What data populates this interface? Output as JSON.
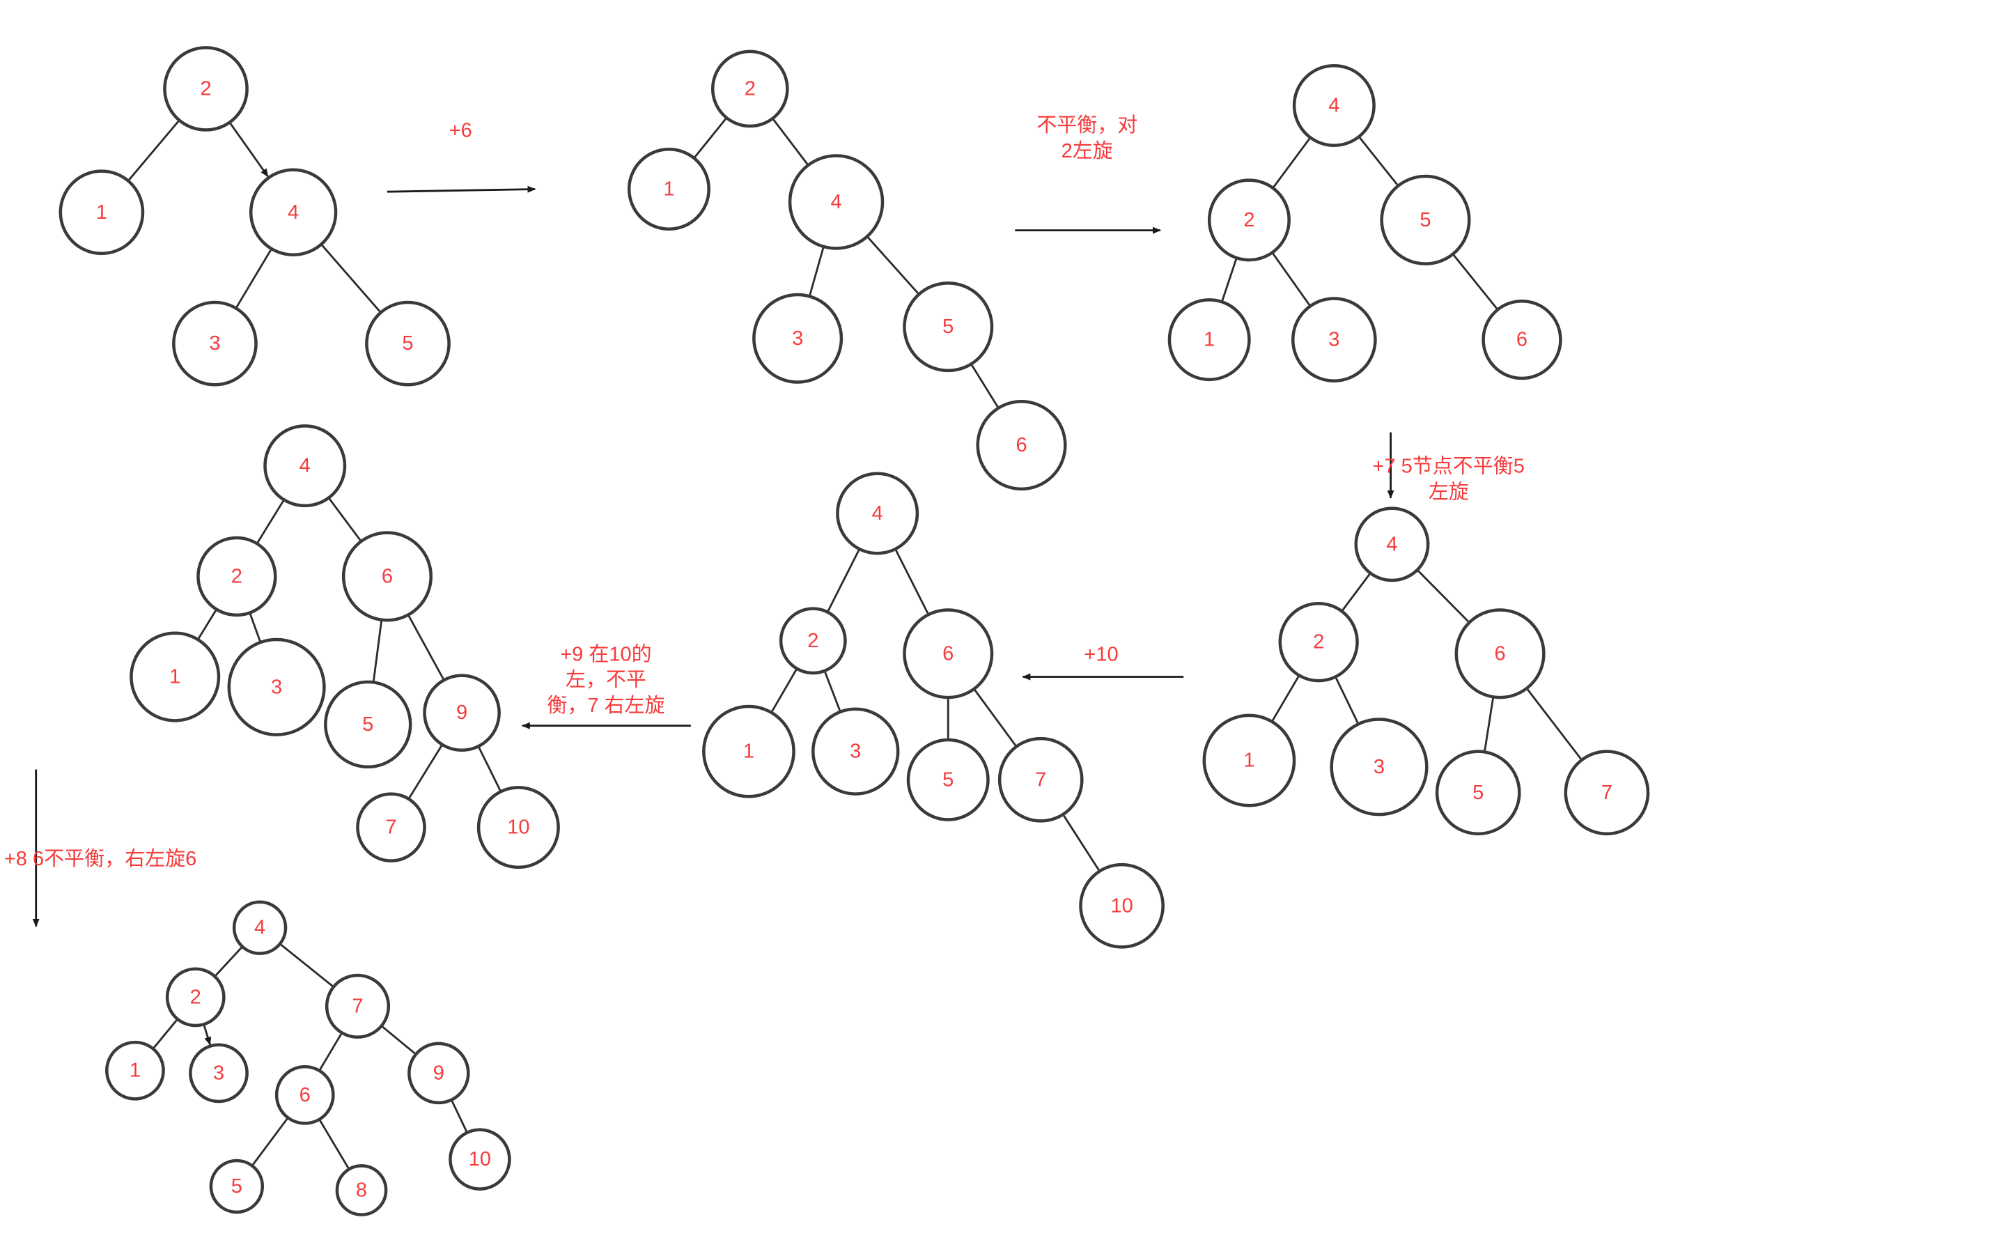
{
  "colors": {
    "label": "#f53b3b",
    "stroke": "#3a3a3a",
    "edge": "#2b2b2b",
    "background": "#ffffff"
  },
  "steps": [
    {
      "id": "tree-1",
      "nodes": [
        {
          "id": "t1-n2",
          "label": "2"
        },
        {
          "id": "t1-n1",
          "label": "1"
        },
        {
          "id": "t1-n4",
          "label": "4"
        },
        {
          "id": "t1-n3",
          "label": "3"
        },
        {
          "id": "t1-n5",
          "label": "5"
        }
      ],
      "edges": [
        [
          "t1-n2",
          "t1-n1"
        ],
        [
          "t1-n2",
          "t1-n4"
        ],
        [
          "t1-n4",
          "t1-n3"
        ],
        [
          "t1-n4",
          "t1-n5"
        ]
      ]
    },
    {
      "id": "tree-2",
      "nodes": [
        {
          "id": "t2-n2",
          "label": "2"
        },
        {
          "id": "t2-n1",
          "label": "1"
        },
        {
          "id": "t2-n4",
          "label": "4"
        },
        {
          "id": "t2-n3",
          "label": "3"
        },
        {
          "id": "t2-n5",
          "label": "5"
        },
        {
          "id": "t2-n6",
          "label": "6"
        }
      ],
      "edges": [
        [
          "t2-n2",
          "t2-n1"
        ],
        [
          "t2-n2",
          "t2-n4"
        ],
        [
          "t2-n4",
          "t2-n3"
        ],
        [
          "t2-n4",
          "t2-n5"
        ],
        [
          "t2-n5",
          "t2-n6"
        ]
      ]
    },
    {
      "id": "tree-3",
      "nodes": [
        {
          "id": "t3-n4",
          "label": "4"
        },
        {
          "id": "t3-n2",
          "label": "2"
        },
        {
          "id": "t3-n5",
          "label": "5"
        },
        {
          "id": "t3-n1",
          "label": "1"
        },
        {
          "id": "t3-n3",
          "label": "3"
        },
        {
          "id": "t3-n6",
          "label": "6"
        }
      ],
      "edges": [
        [
          "t3-n4",
          "t3-n2"
        ],
        [
          "t3-n4",
          "t3-n5"
        ],
        [
          "t3-n2",
          "t3-n1"
        ],
        [
          "t3-n2",
          "t3-n3"
        ],
        [
          "t3-n5",
          "t3-n6"
        ]
      ]
    },
    {
      "id": "tree-4",
      "nodes": [
        {
          "id": "t4-n4",
          "label": "4"
        },
        {
          "id": "t4-n2",
          "label": "2"
        },
        {
          "id": "t4-n6",
          "label": "6"
        },
        {
          "id": "t4-n1",
          "label": "1"
        },
        {
          "id": "t4-n3",
          "label": "3"
        },
        {
          "id": "t4-n5",
          "label": "5"
        },
        {
          "id": "t4-n7",
          "label": "7"
        }
      ],
      "edges": [
        [
          "t4-n4",
          "t4-n2"
        ],
        [
          "t4-n4",
          "t4-n6"
        ],
        [
          "t4-n2",
          "t4-n1"
        ],
        [
          "t4-n2",
          "t4-n3"
        ],
        [
          "t4-n6",
          "t4-n5"
        ],
        [
          "t4-n6",
          "t4-n7"
        ]
      ]
    },
    {
      "id": "tree-5",
      "nodes": [
        {
          "id": "t5-n4",
          "label": "4"
        },
        {
          "id": "t5-n2",
          "label": "2"
        },
        {
          "id": "t5-n6",
          "label": "6"
        },
        {
          "id": "t5-n1",
          "label": "1"
        },
        {
          "id": "t5-n3",
          "label": "3"
        },
        {
          "id": "t5-n5",
          "label": "5"
        },
        {
          "id": "t5-n7",
          "label": "7"
        },
        {
          "id": "t5-n10",
          "label": "10"
        }
      ],
      "edges": [
        [
          "t5-n4",
          "t5-n2"
        ],
        [
          "t5-n4",
          "t5-n6"
        ],
        [
          "t5-n2",
          "t5-n1"
        ],
        [
          "t5-n2",
          "t5-n3"
        ],
        [
          "t5-n6",
          "t5-n5"
        ],
        [
          "t5-n6",
          "t5-n7"
        ],
        [
          "t5-n7",
          "t5-n10"
        ]
      ]
    },
    {
      "id": "tree-6",
      "nodes": [
        {
          "id": "t6-n4",
          "label": "4"
        },
        {
          "id": "t6-n2",
          "label": "2"
        },
        {
          "id": "t6-n6",
          "label": "6"
        },
        {
          "id": "t6-n1",
          "label": "1"
        },
        {
          "id": "t6-n3",
          "label": "3"
        },
        {
          "id": "t6-n5",
          "label": "5"
        },
        {
          "id": "t6-n9",
          "label": "9"
        },
        {
          "id": "t6-n7",
          "label": "7"
        },
        {
          "id": "t6-n10",
          "label": "10"
        }
      ],
      "edges": [
        [
          "t6-n4",
          "t6-n2"
        ],
        [
          "t6-n4",
          "t6-n6"
        ],
        [
          "t6-n2",
          "t6-n1"
        ],
        [
          "t6-n2",
          "t6-n3"
        ],
        [
          "t6-n6",
          "t6-n5"
        ],
        [
          "t6-n6",
          "t6-n9"
        ],
        [
          "t6-n9",
          "t6-n7"
        ],
        [
          "t6-n9",
          "t6-n10"
        ]
      ]
    },
    {
      "id": "tree-7",
      "nodes": [
        {
          "id": "t7-n4",
          "label": "4"
        },
        {
          "id": "t7-n2",
          "label": "2"
        },
        {
          "id": "t7-n7",
          "label": "7"
        },
        {
          "id": "t7-n1",
          "label": "1"
        },
        {
          "id": "t7-n3",
          "label": "3"
        },
        {
          "id": "t7-n6",
          "label": "6"
        },
        {
          "id": "t7-n9",
          "label": "9"
        },
        {
          "id": "t7-n5",
          "label": "5"
        },
        {
          "id": "t7-n8",
          "label": "8"
        },
        {
          "id": "t7-n10",
          "label": "10"
        }
      ],
      "edges": [
        [
          "t7-n4",
          "t7-n2"
        ],
        [
          "t7-n4",
          "t7-n7"
        ],
        [
          "t7-n2",
          "t7-n1"
        ],
        [
          "t7-n2",
          "t7-n3"
        ],
        [
          "t7-n7",
          "t7-n6"
        ],
        [
          "t7-n7",
          "t7-n9"
        ],
        [
          "t7-n6",
          "t7-n5"
        ],
        [
          "t7-n6",
          "t7-n8"
        ],
        [
          "t7-n9",
          "t7-n10"
        ]
      ]
    }
  ],
  "transitions": [
    {
      "id": "arrow-1",
      "lines": [
        "+6"
      ]
    },
    {
      "id": "arrow-2",
      "lines": [
        "不平衡，对",
        "2左旋"
      ]
    },
    {
      "id": "arrow-3",
      "lines": [
        "+7 5节点不平衡5",
        "左旋"
      ]
    },
    {
      "id": "arrow-4",
      "lines": [
        "+10"
      ]
    },
    {
      "id": "arrow-5",
      "lines": [
        "+9 在10的",
        "左，不平",
        "衡，7 右左旋"
      ]
    },
    {
      "id": "arrow-6",
      "lines": [
        "+8 6不平衡，右左旋6"
      ]
    }
  ]
}
